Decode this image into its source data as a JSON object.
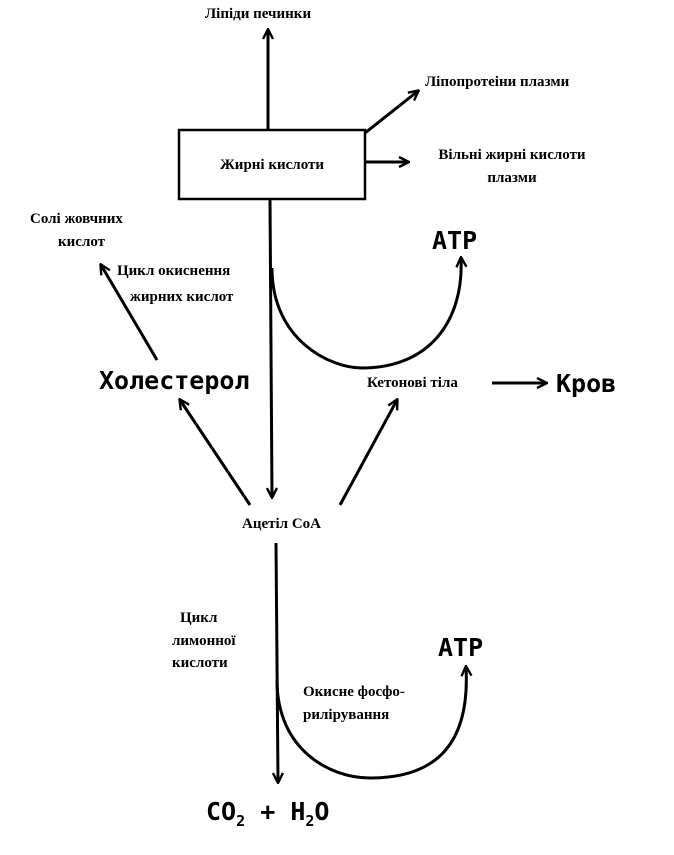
{
  "nodes": {
    "liver_lipids": "Ліпіди печинки",
    "plasma_lipoproteins": "Ліпопротеіни плазми",
    "fatty_acids": "Жирні кислоти",
    "free_fatty_acids_line1": "Вільні жирні кислоти",
    "free_fatty_acids_line2": "плазми",
    "bile_salts_line1": "Солі жовчних",
    "bile_salts_line2": "кислот",
    "atp_top": "ATP",
    "oxidation_cycle_line1": "Цикл окиснення",
    "oxidation_cycle_line2": "жирних кислот",
    "cholesterol": "Холестерол",
    "ketone_bodies": "Кетонові тіла",
    "blood": "Кров",
    "acetyl_coa": "Ацетіл СоА",
    "citric_cycle_line1": "Цикл",
    "citric_cycle_line2": "лимонної",
    "citric_cycle_line3": "кислоти",
    "atp_bottom": "ATP",
    "ox_phos_line1": "Окисне фосфо-",
    "ox_phos_line2": "рилірування",
    "final_co2": "CO",
    "final_co2_sub": "2",
    "final_plus": "+",
    "final_h": "H",
    "final_h_sub": "2",
    "final_o": "O"
  },
  "colors": {
    "ink": "#000000",
    "background": "#ffffff"
  }
}
